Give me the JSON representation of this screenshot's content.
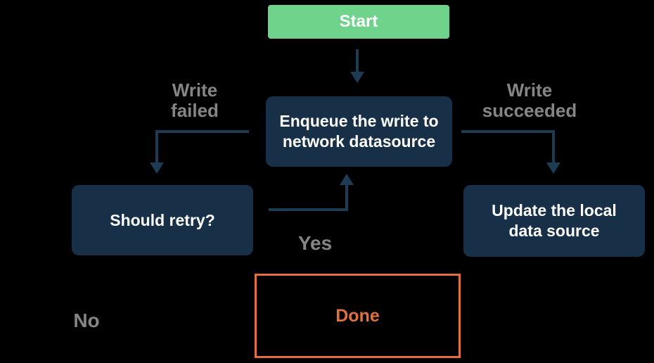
{
  "colors": {
    "background": "#000000",
    "start_node": "#70D38C",
    "dark_node": "#172F47",
    "node_text": "#FFFFFF",
    "connector": "#1E3B54",
    "edge_label": "#858585",
    "done_accent": "#E2703C"
  },
  "nodes": {
    "start": {
      "label": "Start"
    },
    "enqueue": {
      "label": "Enqueue the write to network datasource"
    },
    "should_retry": {
      "label": "Should retry?"
    },
    "update_local": {
      "label": "Update the local data source"
    },
    "done": {
      "label": "Done"
    }
  },
  "edge_labels": {
    "write_failed": "Write failed",
    "write_succeeded": "Write succeeded",
    "yes": "Yes",
    "no": "No"
  }
}
